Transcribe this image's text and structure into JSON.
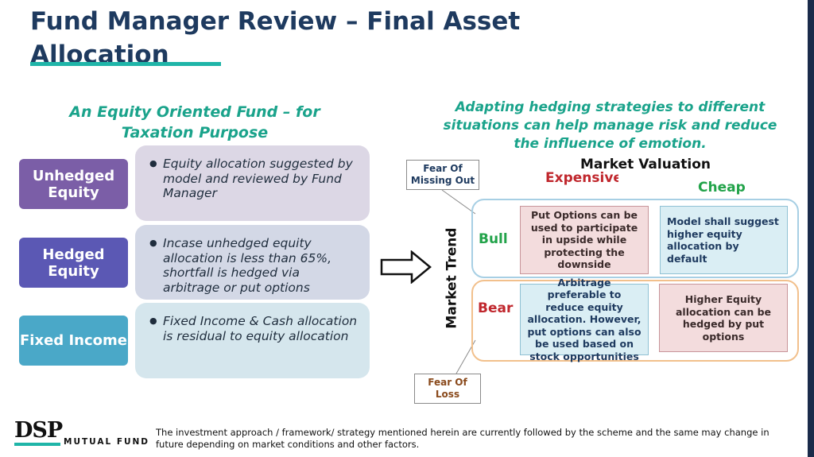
{
  "title": "Fund Manager Review – Final Asset Allocation",
  "left_heading": "An Equity Oriented Fund – for Taxation Purpose",
  "right_heading": "Adapting hedging strategies to different situations can help manage risk and reduce the influence of emotion.",
  "categories": [
    {
      "label": "Unhedged Equity",
      "description": "Equity allocation suggested by model and reviewed by Fund Manager",
      "color": "#7b5ea7"
    },
    {
      "label": "Hedged Equity",
      "description": "Incase unhedged equity allocation is less than 65%, shortfall is hedged via arbitrage or put options",
      "color": "#5b58b4"
    },
    {
      "label": "Fixed Income",
      "description": "Fixed Income & Cash allocation is residual to equity allocation",
      "color": "#4aa8c8"
    }
  ],
  "matrix": {
    "x_axis_label": "Market Valuation",
    "y_axis_label": "Market Trend",
    "columns": [
      "Expensive",
      "Cheap"
    ],
    "rows": [
      "Bull",
      "Bear"
    ],
    "cells": {
      "bull_expensive": "Put Options can be used to participate in upside while protecting the downside",
      "bull_cheap": "Model shall suggest higher equity allocation by default",
      "bear_expensive": "Arbitrage preferable to reduce equity allocation. However, put options can also be used based on stock opportunities",
      "bear_cheap": "Higher Equity allocation can be hedged by put options"
    },
    "callouts": {
      "top": "Fear Of Missing Out",
      "bottom": "Fear Of Loss"
    }
  },
  "logo": {
    "brand": "DSP",
    "subtitle": "MUTUAL FUND"
  },
  "disclaimer": "The investment approach / framework/ strategy mentioned herein are currently followed by the scheme and the same may change in future depending on market conditions and other factors.",
  "colors": {
    "title": "#1e3a5f",
    "accent_teal": "#1fb5a8",
    "heading_green": "#1aa38b",
    "expensive_red": "#c0272d",
    "cheap_green": "#22a34a"
  }
}
